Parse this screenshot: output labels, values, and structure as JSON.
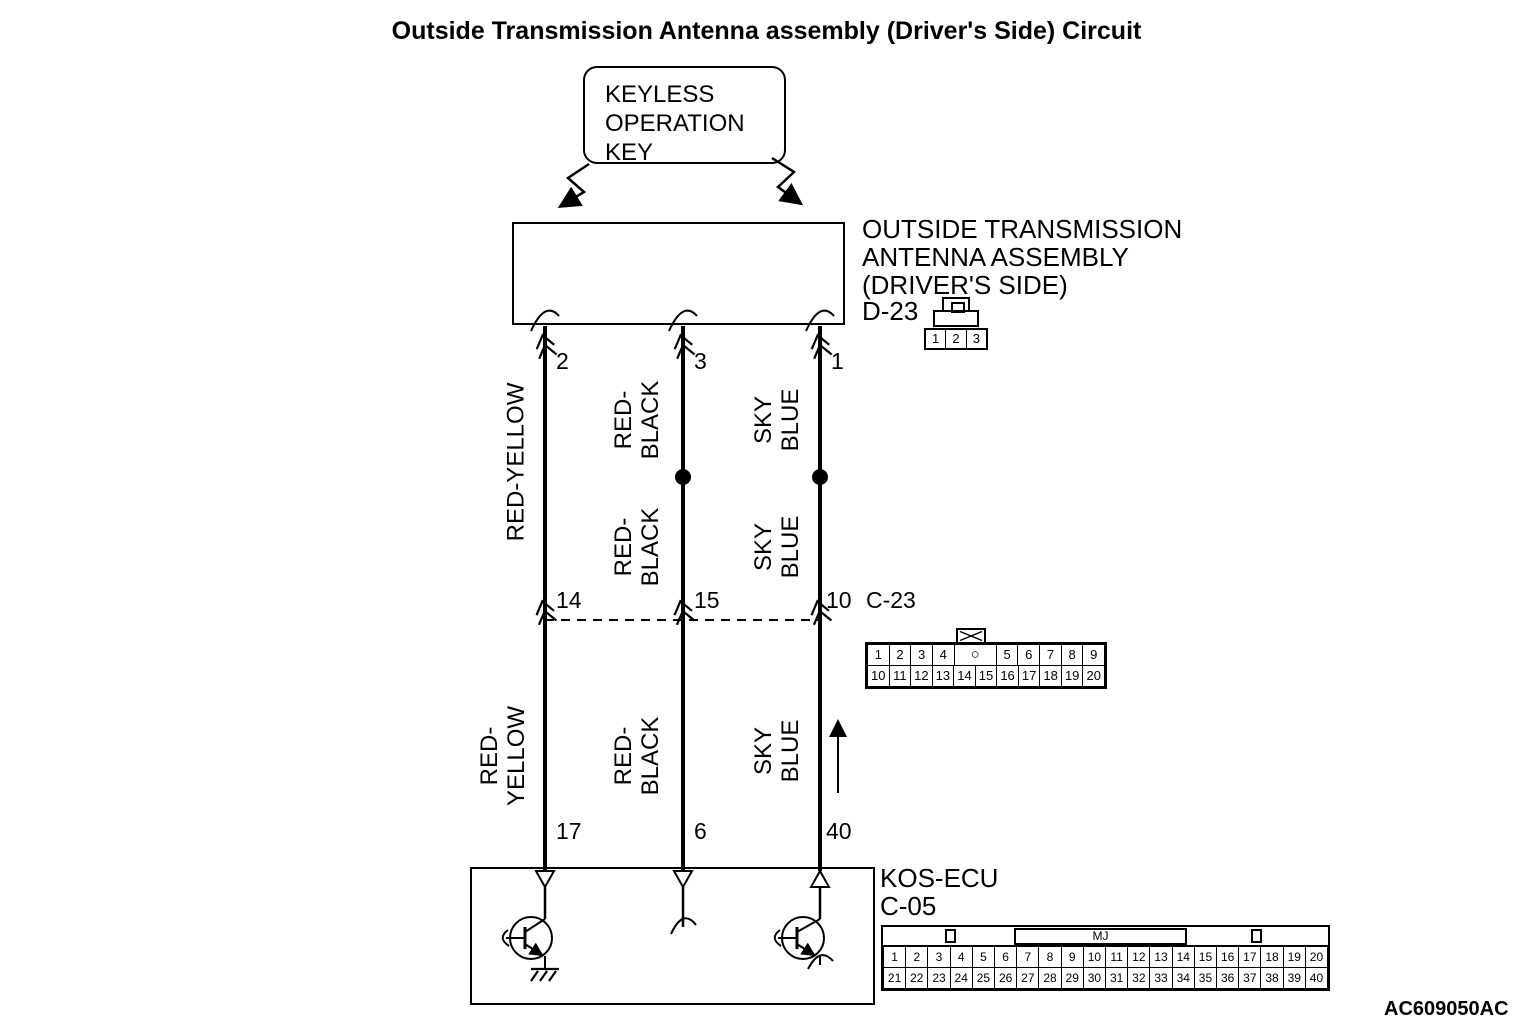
{
  "title": "Outside Transmission Antenna assembly (Driver's Side) Circuit",
  "footer_code": "AC609050AC",
  "keyless": {
    "label": "KEYLESS\nOPERATION\nKEY"
  },
  "antenna": {
    "label": "OUTSIDE TRANSMISSION\nANTENNA ASSEMBLY\n(DRIVER'S SIDE)",
    "connector_label": "D-23",
    "connector_pins": [
      "1",
      "2",
      "3"
    ]
  },
  "wires": {
    "left": {
      "pin_top": "2",
      "color_upper": "RED-YELLOW",
      "pin_mid": "14",
      "color_lower": "RED-\nYELLOW",
      "pin_bottom": "17"
    },
    "middle": {
      "pin_top": "3",
      "color_upper": "RED-\nBLACK",
      "color_mid": "RED-\nBLACK",
      "pin_mid": "15",
      "color_lower": "RED-\nBLACK",
      "pin_bottom": "6"
    },
    "right": {
      "pin_top": "1",
      "color_upper": "SKY\nBLUE",
      "color_mid": "SKY\nBLUE",
      "pin_mid": "10",
      "color_lower": "SKY\nBLUE",
      "pin_bottom": "40"
    }
  },
  "c23": {
    "label": "C-23",
    "row1": [
      "1",
      "2",
      "3",
      "4",
      "○",
      "5",
      "6",
      "7",
      "8",
      "9"
    ],
    "row2": [
      "10",
      "11",
      "12",
      "13",
      "14",
      "15",
      "16",
      "17",
      "18",
      "19",
      "20"
    ]
  },
  "ecu": {
    "name": "KOS-ECU",
    "connector_label": "C-05",
    "mj_label": "MJ",
    "row1": [
      "1",
      "2",
      "3",
      "4",
      "5",
      "6",
      "7",
      "8",
      "9",
      "10",
      "11",
      "12",
      "13",
      "14",
      "15",
      "16",
      "17",
      "18",
      "19",
      "20"
    ],
    "row2": [
      "21",
      "22",
      "23",
      "24",
      "25",
      "26",
      "27",
      "28",
      "29",
      "30",
      "31",
      "32",
      "33",
      "34",
      "35",
      "36",
      "37",
      "38",
      "39",
      "40"
    ]
  }
}
